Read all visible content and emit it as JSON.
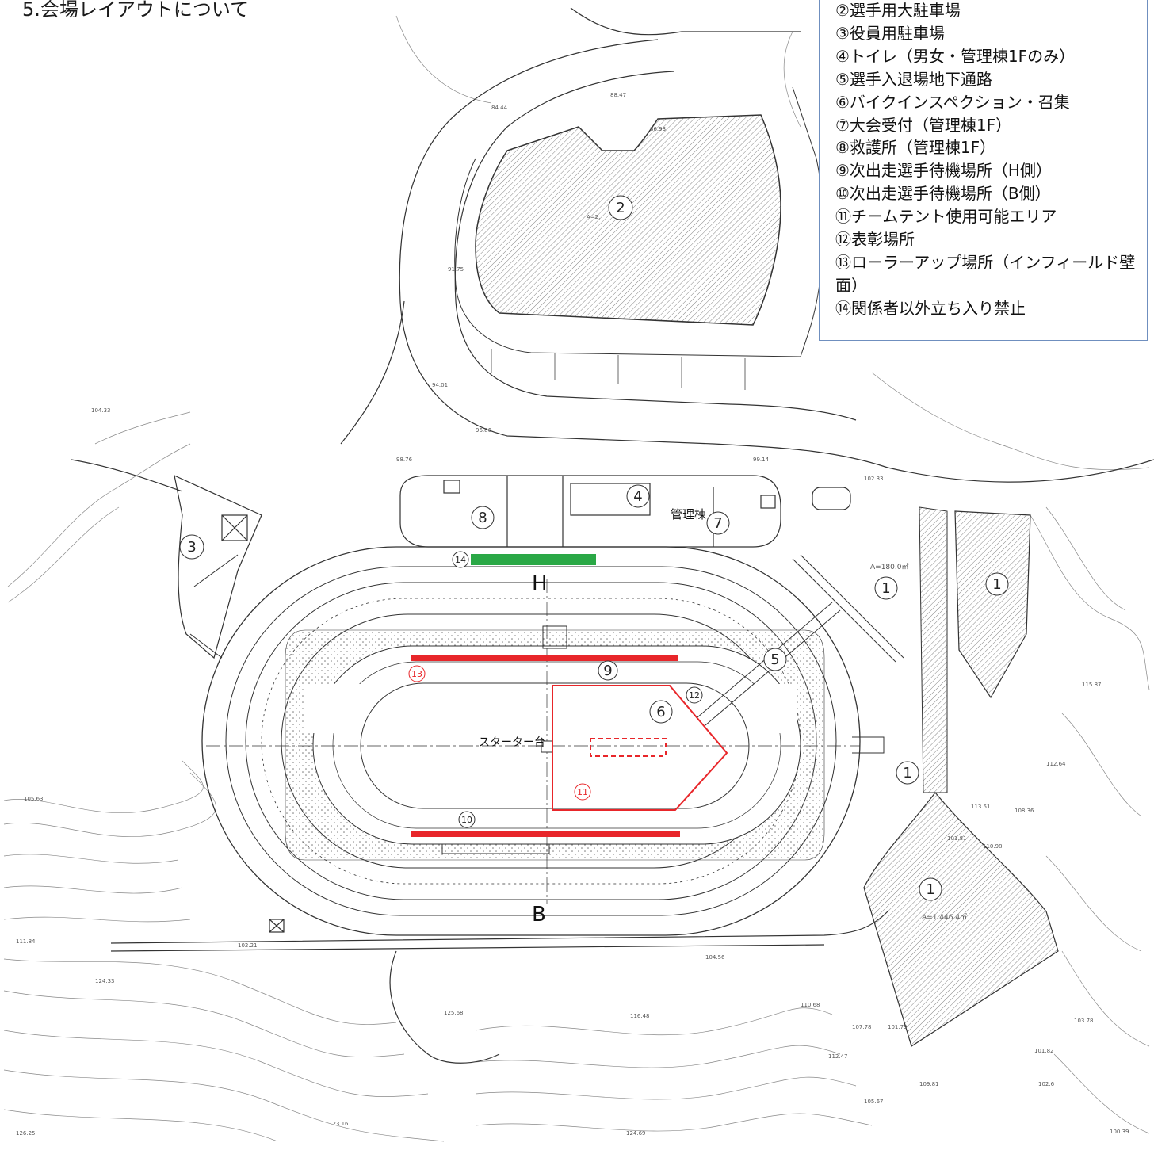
{
  "page_title": "5.会場レイアウトについて",
  "legend": {
    "items": [
      "②選手用大駐車場",
      "③役員用駐車場",
      "④トイレ（男女・管理棟1Fのみ）",
      "⑤選手入退場地下通路",
      "⑥バイクインスペクション・召集",
      "⑦大会受付（管理棟1F）",
      "⑧救護所（管理棟1F）",
      "⑨次出走選手待機場所（H側）",
      "⑩次出走選手待機場所（B側）",
      "⑪チームテント使用可能エリア",
      "⑫表彰場所",
      "⑬ローラーアップ場所（インフィールド壁面）",
      "⑭関係者以外立ち入り禁止"
    ]
  },
  "map": {
    "markers": {
      "m1a": "1",
      "m1b": "1",
      "m1c": "1",
      "m1d": "1",
      "m2": "2",
      "m3": "3",
      "m4": "4",
      "m5": "5",
      "m6": "6",
      "m7": "7",
      "m8": "8",
      "m9": "9",
      "m10": "10",
      "m11": "11",
      "m12": "12",
      "m13": "13",
      "m14": "14"
    },
    "labels": {
      "kanri": "管理棟",
      "starter": "スターター台",
      "home": "H",
      "back": "B",
      "area_1": "A=180.0㎡",
      "area_2": "A=1,446.4㎡",
      "area_3": "A=2,"
    },
    "contour_labels": [
      "84.44",
      "88.47",
      "86.93",
      "91.75",
      "94.01",
      "96.86",
      "98.76",
      "99.14",
      "102.33",
      "103.78",
      "104.56",
      "105.63",
      "104.33",
      "102.21",
      "111.84",
      "110.98",
      "112.64",
      "115.87",
      "108.36",
      "101.81",
      "113.51",
      "126.25",
      "123.16",
      "124.69",
      "116.48",
      "112.47",
      "105.67",
      "102.6",
      "100.39",
      "101.79",
      "101.82",
      "107.78",
      "109.81",
      "110.68",
      "124.33",
      "125.68"
    ],
    "colors": {
      "red": "#e8262a",
      "green": "#2aa846",
      "line": "#333333",
      "hatch": "#666666"
    }
  }
}
